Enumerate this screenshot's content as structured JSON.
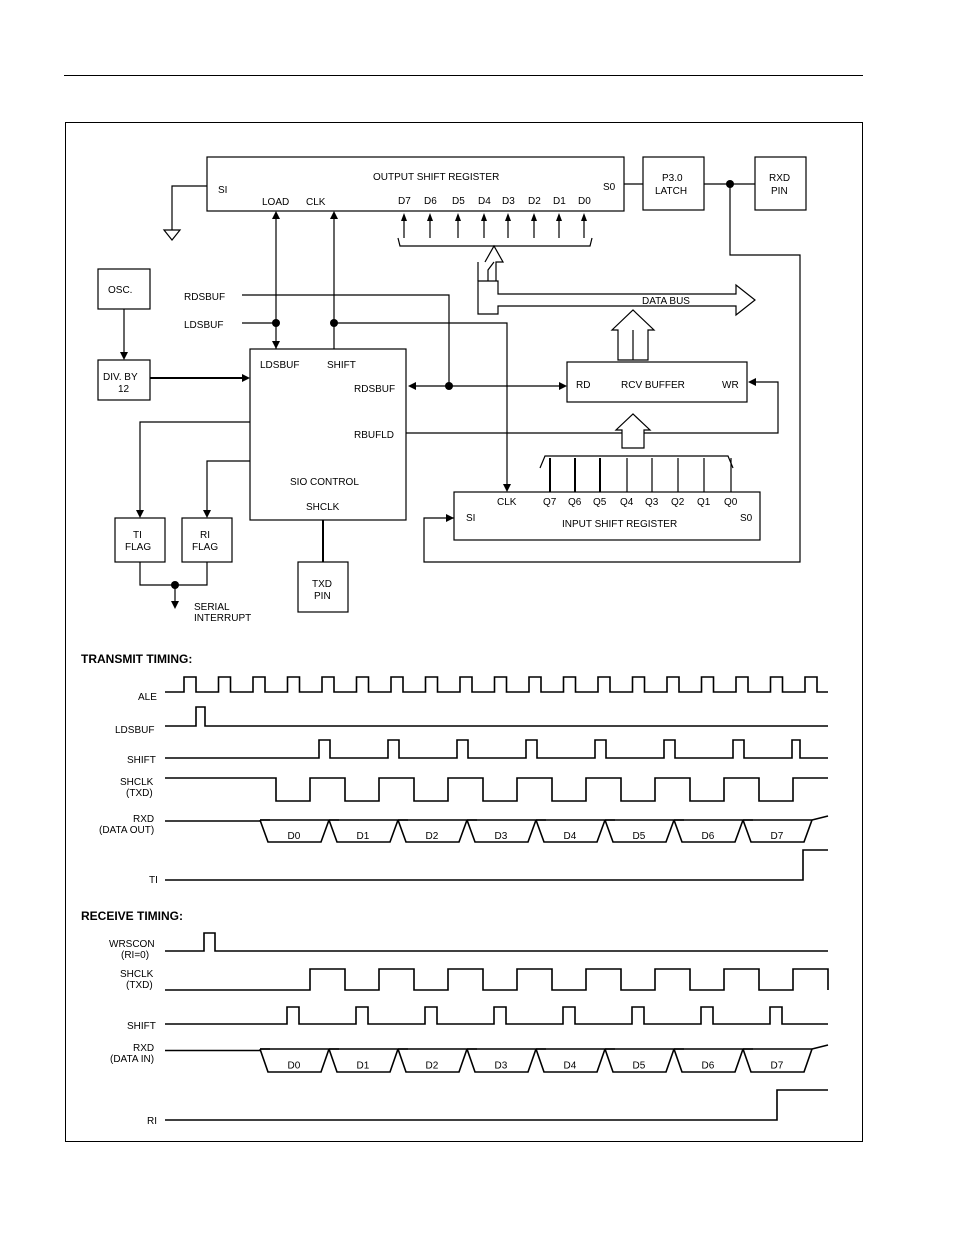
{
  "blocks": {
    "osr": {
      "title": "OUTPUT SHIFT REGISTER",
      "si": "SI",
      "load": "LOAD",
      "clk": "CLK",
      "so": "S0",
      "bits": [
        "D7",
        "D6",
        "D5",
        "D4",
        "D3",
        "D2",
        "D1",
        "D0"
      ]
    },
    "latch": {
      "line1": "P3.0",
      "line2": "LATCH"
    },
    "rxd_pin": {
      "line1": "RXD",
      "line2": "PIN"
    },
    "osc": {
      "label": "OSC."
    },
    "div": {
      "line1": "DIV. BY",
      "line2": "12"
    },
    "sio": {
      "ldsbuf": "LDSBUF",
      "shift": "SHIFT",
      "rdsbuf": "RDSBUF",
      "rbufld": "RBUFLD",
      "control": "SIO CONTROL",
      "shclk": "SHCLK"
    },
    "rcv": {
      "rd": "RD",
      "title": "RCV BUFFER",
      "wr": "WR"
    },
    "isr": {
      "title": "INPUT SHIFT REGISTER",
      "si": "SI",
      "clk": "CLK",
      "so": "S0",
      "bits": [
        "Q7",
        "Q6",
        "Q5",
        "Q4",
        "Q3",
        "Q2",
        "Q1",
        "Q0"
      ]
    },
    "ti_flag": {
      "line1": "TI",
      "line2": "FLAG"
    },
    "ri_flag": {
      "line1": "RI",
      "line2": "FLAG"
    },
    "txd_pin": {
      "line1": "TXD",
      "line2": "PIN"
    },
    "serial_int": {
      "line1": "SERIAL",
      "line2": "INTERRUPT"
    },
    "data_bus": "DATA BUS",
    "ext_rdsbuf": "RDSBUF",
    "ext_ldsbuf": "LDSBUF"
  },
  "transmit": {
    "title": "TRANSMIT TIMING:",
    "signals": {
      "ale": "ALE",
      "ldsbuf": "LDSBUF",
      "shift": "SHIFT",
      "shclk": "SHCLK",
      "shclk2": "(TXD)",
      "rxd": "RXD",
      "rxd2": "(DATA OUT)",
      "ti": "TI"
    },
    "data": [
      "D0",
      "D1",
      "D2",
      "D3",
      "D4",
      "D5",
      "D6",
      "D7"
    ]
  },
  "receive": {
    "title": "RECEIVE TIMING:",
    "signals": {
      "wrscon": "WRSCON",
      "wrscon2": "(RI=0)",
      "shclk": "SHCLK",
      "shclk2": "(TXD)",
      "shift": "SHIFT",
      "rxd": "RXD",
      "rxd2": "(DATA IN)",
      "ri": "RI"
    },
    "data": [
      "D0",
      "D1",
      "D2",
      "D3",
      "D4",
      "D5",
      "D6",
      "D7"
    ]
  }
}
